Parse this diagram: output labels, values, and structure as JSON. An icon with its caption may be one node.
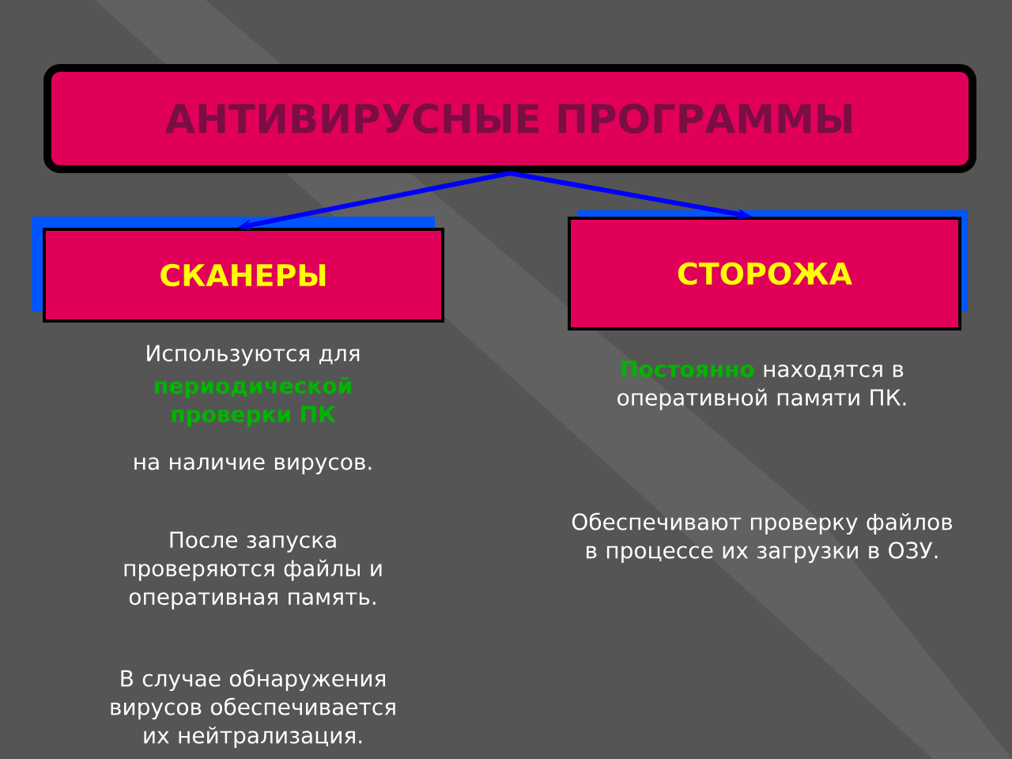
{
  "diagram": {
    "nodes": [
      {
        "text": [
          "АНТИВИРУСНЫЕ ПРОГРАММЫ"
        ]
      },
      {
        "text": [
          "СКАНЕРЫ"
        ]
      },
      {
        "text": [
          "СТОРОЖА"
        ]
      }
    ],
    "edges": [
      {
        "from": 0,
        "to": 1,
        "arrow": "to"
      },
      {
        "from": 0,
        "to": 2,
        "arrow": "to"
      }
    ],
    "labels": [
      "Используются для",
      "периодической проверки ПК",
      "на наличие вирусов.",
      "После запуска проверяются файлы и оперативная память.",
      "В случае обнаружения вирусов обеспечивается их нейтрализация.",
      "**Постоянно** находятся в оперативной памяти ПК.",
      "Обеспечивают проверку файлов в процессе их загрузки в ОЗУ."
    ]
  }
}
